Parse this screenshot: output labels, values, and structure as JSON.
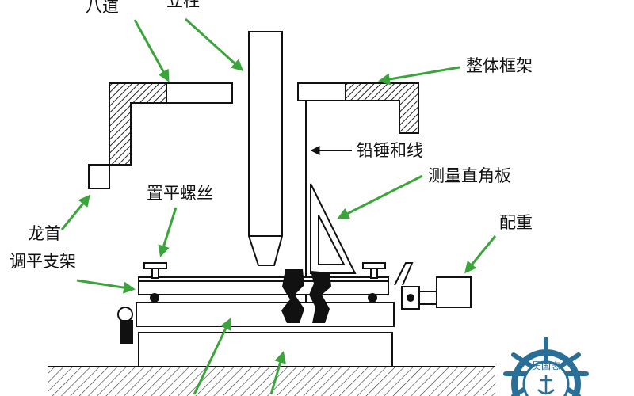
{
  "labels": {
    "ba_dao": "八道",
    "li_zhu": "立柱",
    "zheng_ti_kuang_jia": "整体框架",
    "qian_chui_he_xian": "铅锤和线",
    "ce_liang_zhi_jiao_ban": "测量直角板",
    "zhi_ping_luo_si": "置平螺丝",
    "long_shou": "龙首",
    "pei_zhong": "配重",
    "tiao_ping_zhi_jia": "调平支架"
  },
  "logo": {
    "text": "吴国志"
  },
  "colors": {
    "arrow": "#3aa53a",
    "line": "#111111",
    "hatch": "#222222"
  }
}
